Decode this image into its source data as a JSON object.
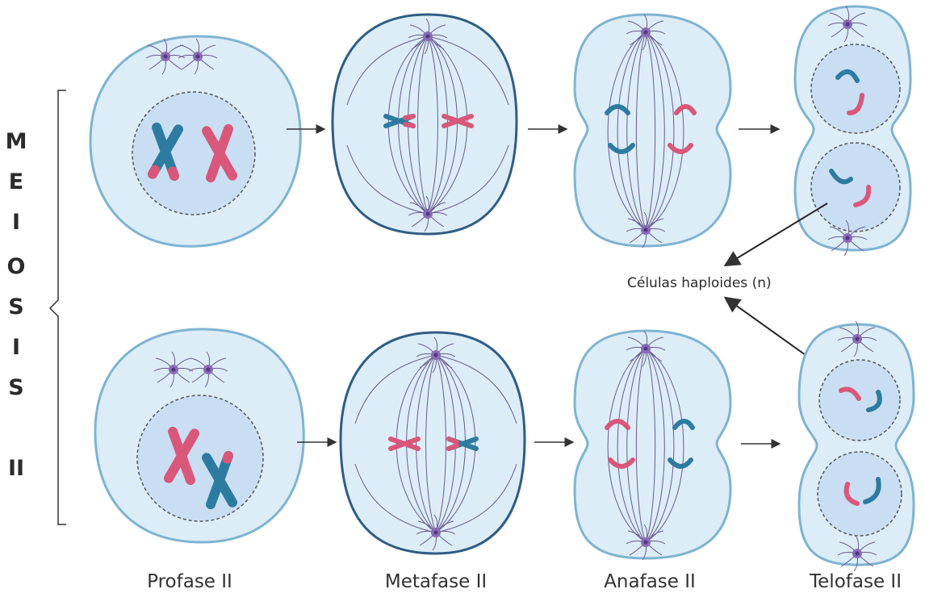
{
  "side_title": {
    "letters": [
      "M",
      "E",
      "I",
      "O",
      "S",
      "I",
      "S"
    ],
    "numeral": "II"
  },
  "stages": [
    "Profase II",
    "Metafase II",
    "Anafase II",
    "Telofase II"
  ],
  "annotation": "Células haploides (n)",
  "colors": {
    "cell_fill": "#dcedf8",
    "cell_stroke": "#7fb3d1",
    "cell_stroke_dark": "#2f5d85",
    "nucleus_fill": "#c9def2",
    "chromosome_blue": "#2d7ba0",
    "chromosome_pink": "#d9577a",
    "spindle": "#6a5a8c",
    "centrosome": "#8a6ab8",
    "arrow": "#333333"
  }
}
